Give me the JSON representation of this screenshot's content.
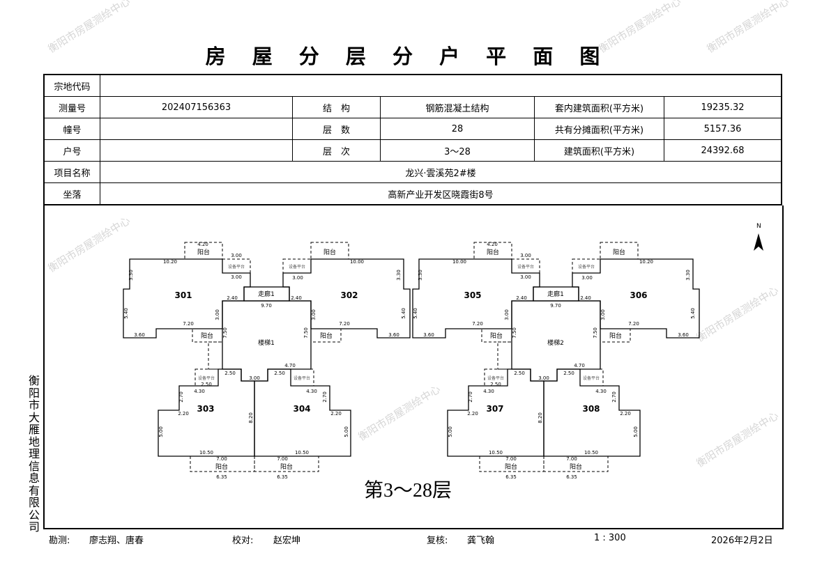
{
  "title": "房 屋 分 层 分 户 平 面 图",
  "watermark": "衡阳市房屋测绘中心",
  "info": {
    "land_code_label": "宗地代码",
    "land_code": "",
    "survey_no_label": "测量号",
    "survey_no": "202407156363",
    "structure_label": "结　构",
    "structure": "钢筋混凝土结构",
    "inner_area_label": "套内建筑面积(平方米)",
    "inner_area": "19235.32",
    "building_no_label": "幢号",
    "building_no": "",
    "floors_label": "层　数",
    "floors": "28",
    "shared_area_label": "共有分摊面积(平方米)",
    "shared_area": "5157.36",
    "unit_no_label": "户号",
    "unit_no": "",
    "floor_range_label": "层　次",
    "floor_range": "3～28",
    "build_area_label": "建筑面积(平方米)",
    "build_area": "24392.68",
    "project_label": "项目名称",
    "project": "龙兴·雲溪苑2#楼",
    "location_label": "坐落",
    "location": "高新产业开发区晓霞街8号"
  },
  "plan": {
    "north": "N",
    "floor_label": "第3～28层",
    "balcony": "阳台",
    "platform": "设备平台",
    "corridor": "走廊1",
    "left": {
      "units": [
        "301",
        "302",
        "303",
        "304"
      ],
      "stair": "楼梯1",
      "dims": [
        "10.20",
        "3.00",
        "3.00",
        "3.30",
        "5.40",
        "7.20",
        "3.60",
        "3.00",
        "2.40",
        "9.70",
        "4.20",
        "7.50",
        "10.00",
        "3.00",
        "3.30",
        "5.40",
        "7.20",
        "3.60",
        "3.00",
        "2.40",
        "7.50",
        "4.70",
        "2.50",
        "2.50",
        "3.00",
        "2.50",
        "4.30",
        "2.70",
        "5.00",
        "10.50",
        "8.20",
        "7.00",
        "6.35",
        "4.30",
        "2.70",
        "5.00",
        "10.50",
        "7.00",
        "6.35",
        "2.20",
        "2.20"
      ]
    },
    "right": {
      "units": [
        "305",
        "306",
        "307",
        "308"
      ],
      "stair": "楼梯2",
      "dims": [
        "10.00",
        "3.00",
        "3.00",
        "3.30",
        "5.40",
        "7.20",
        "3.60",
        "3.00",
        "2.40",
        "9.70",
        "4.20",
        "7.50",
        "10.20",
        "3.00",
        "3.30",
        "5.40",
        "7.20",
        "3.60",
        "3.00",
        "2.40",
        "7.50",
        "4.70",
        "2.50",
        "2.50",
        "3.00",
        "2.50",
        "4.30",
        "2.70",
        "5.00",
        "10.50",
        "8.20",
        "7.00",
        "6.35",
        "4.30",
        "2.70",
        "5.00",
        "10.50",
        "7.00",
        "6.35",
        "2.20",
        "2.20"
      ]
    }
  },
  "side_company": "衡阳市大雁地理信息有限公司",
  "footer": {
    "surveyor_label": "勘测:",
    "surveyor": "廖志翔、唐春",
    "checker_label": "校对:",
    "checker": "赵宏坤",
    "reviewer_label": "复核:",
    "reviewer": "龚飞翰",
    "scale": "1 : 300",
    "date": "2026年2月2日"
  }
}
